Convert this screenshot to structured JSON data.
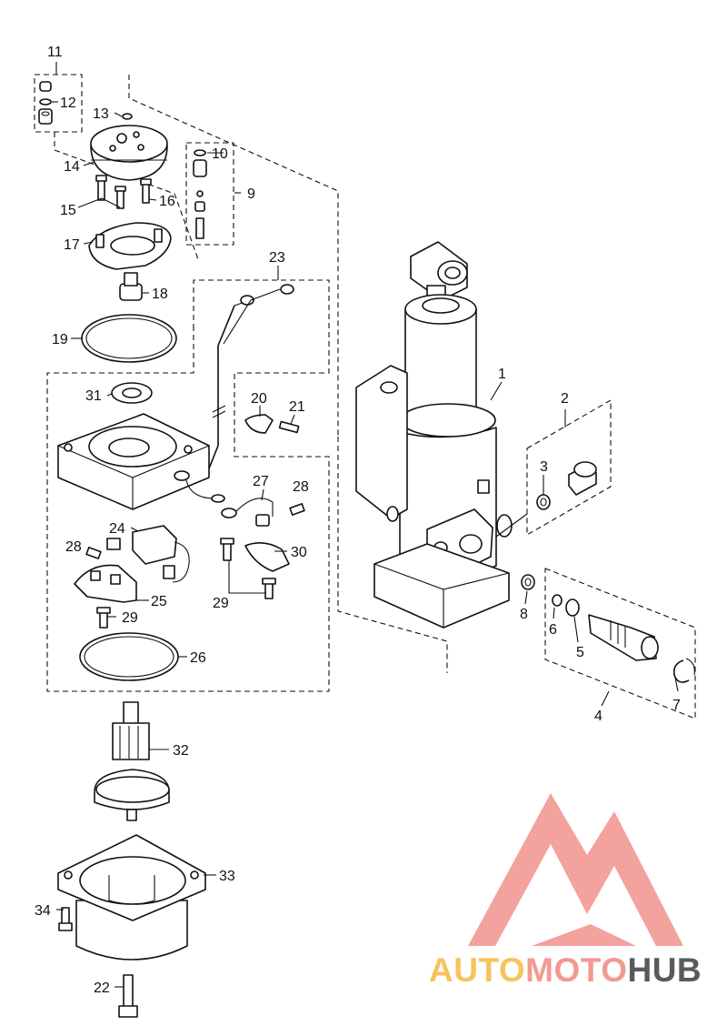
{
  "colors": {
    "logo_auto": "#f6c35c",
    "logo_moto": "#f29a92",
    "logo_hub": "#5a5a5a",
    "logo_mark": "#f1928c"
  },
  "brand": {
    "auto": "AUTO",
    "moto": "MOTO",
    "hub": "HUB"
  },
  "callouts": {
    "c1": "1",
    "c2": "2",
    "c3": "3",
    "c4": "4",
    "c5": "5",
    "c6": "6",
    "c7": "7",
    "c8": "8",
    "c9": "9",
    "c10": "10",
    "c11": "11",
    "c12": "12",
    "c13": "13",
    "c14": "14",
    "c15": "15",
    "c16": "16",
    "c17": "17",
    "c18": "18",
    "c19": "19",
    "c20": "20",
    "c21": "21",
    "c22": "22",
    "c23": "23",
    "c24": "24",
    "c25": "25",
    "c26": "26",
    "c27": "27",
    "c28a": "28",
    "c28b": "28",
    "c29a": "29",
    "c29b": "29",
    "c30": "30",
    "c31": "31",
    "c32": "32",
    "c33": "33",
    "c34": "34"
  }
}
